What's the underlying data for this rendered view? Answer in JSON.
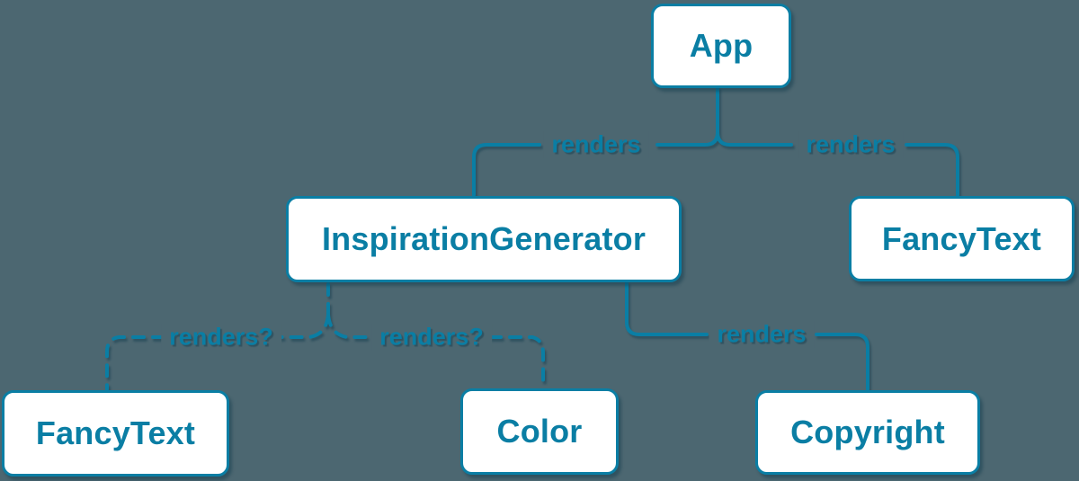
{
  "diagram": {
    "type": "render-tree",
    "nodes": [
      {
        "id": "app",
        "label": "App"
      },
      {
        "id": "inspiration-generator",
        "label": "InspirationGenerator"
      },
      {
        "id": "fancy-text-top",
        "label": "FancyText"
      },
      {
        "id": "fancy-text-bottom",
        "label": "FancyText"
      },
      {
        "id": "color",
        "label": "Color"
      },
      {
        "id": "copyright",
        "label": "Copyright"
      }
    ],
    "edges": [
      {
        "from": "App",
        "to": "InspirationGenerator",
        "label": "renders",
        "style": "solid"
      },
      {
        "from": "App",
        "to": "FancyText",
        "label": "renders",
        "style": "solid"
      },
      {
        "from": "InspirationGenerator",
        "to": "FancyText",
        "label": "renders?",
        "style": "dashed"
      },
      {
        "from": "InspirationGenerator",
        "to": "Color",
        "label": "renders?",
        "style": "dashed"
      },
      {
        "from": "InspirationGenerator",
        "to": "Copyright",
        "label": "renders",
        "style": "solid"
      }
    ],
    "colors": {
      "background": "#4c6771",
      "accent": "#0a7ea4",
      "node_background": "#ffffff",
      "node_text": "#0a7ea4"
    }
  }
}
